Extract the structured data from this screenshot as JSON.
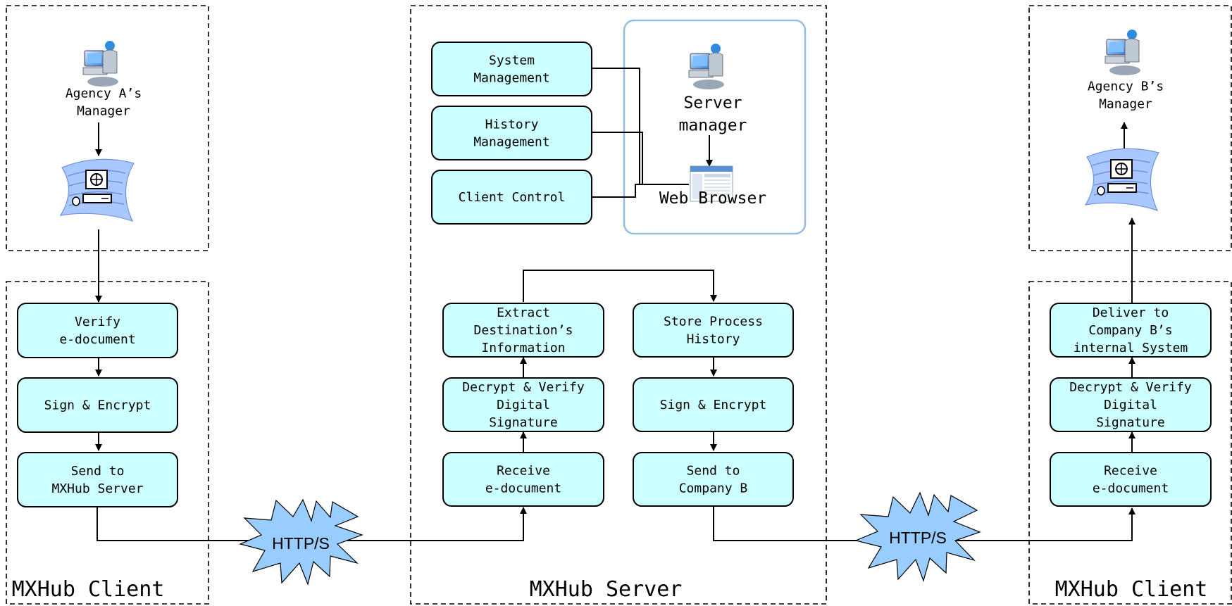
{
  "sections": {
    "client_a": "MXHub Client",
    "server": "MXHub Server",
    "client_b": "MXHub Client"
  },
  "people": {
    "agency_a": [
      "Agency A’s",
      "Manager"
    ],
    "agency_b": [
      "Agency B’s",
      "Manager"
    ],
    "server_manager": [
      "Server",
      "manager"
    ]
  },
  "browser_label": "Web Browser",
  "protocol_label": "HTTP/S",
  "mgmt_boxes": [
    [
      "System",
      "Management"
    ],
    [
      "History",
      "Management"
    ],
    [
      "Client Control"
    ]
  ],
  "client_a_steps": [
    [
      "Verify",
      "e-document"
    ],
    [
      "Sign & Encrypt"
    ],
    [
      "Send to",
      "MXHub Server"
    ]
  ],
  "server_left_steps": [
    [
      "Extract",
      "Destination’s",
      "Information"
    ],
    [
      "Decrypt & Verify",
      "Digital",
      "Signature"
    ],
    [
      "Receive",
      "e-document"
    ]
  ],
  "server_right_steps": [
    [
      "Store Process",
      "History"
    ],
    [
      "Sign & Encrypt"
    ],
    [
      "Send to",
      "Company B"
    ]
  ],
  "client_b_steps": [
    [
      "Deliver to",
      "Company B’s",
      "internal System"
    ],
    [
      "Decrypt & Verify",
      "Digital",
      "Signature"
    ],
    [
      "Receive",
      "e-document"
    ]
  ],
  "colors": {
    "box_fill": "#ccffff",
    "burst_fill": "#99ccff",
    "panel_stroke": "#99bbdd"
  },
  "icons": [
    "user-computer-icon",
    "network-computer-icon",
    "web-browser-icon",
    "http-burst"
  ]
}
